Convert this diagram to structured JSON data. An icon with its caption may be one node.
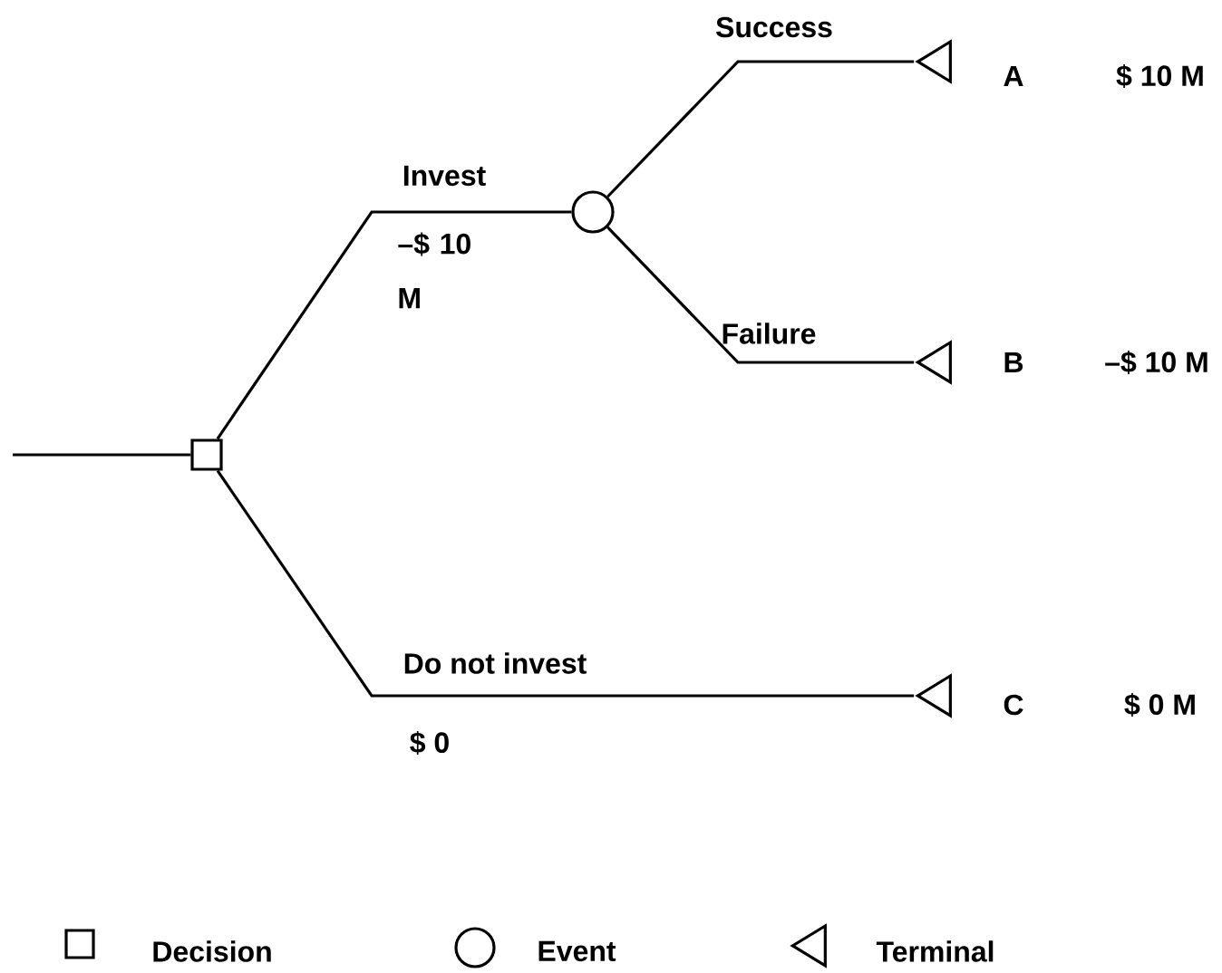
{
  "diagram": {
    "nodes": [
      {
        "text": [],
        "shape": "box"
      },
      {
        "text": [],
        "shape": "circle"
      },
      {
        "text": [],
        "shape": "triangle",
        "beside": [
          "A",
          "$ 10 M"
        ]
      },
      {
        "text": [],
        "shape": "triangle",
        "beside": [
          "B",
          "–$ 10 M"
        ]
      },
      {
        "text": [],
        "shape": "triangle",
        "beside": [
          "C",
          "$ 0 M"
        ]
      }
    ],
    "edges": [
      {
        "from": null,
        "to": 0,
        "arrow": "none"
      },
      {
        "from": 0,
        "to": 1,
        "arrow": "none",
        "label": "Invest"
      },
      {
        "from": 0,
        "to": 4,
        "arrow": "none",
        "label": "Do not invest"
      },
      {
        "from": 1,
        "to": 2,
        "arrow": "none",
        "label": "Success"
      },
      {
        "from": 1,
        "to": 3,
        "arrow": "none",
        "label": "Failure"
      }
    ],
    "labels": [
      "–$ 10 M",
      "$ 0"
    ],
    "legend": [
      {
        "text": "Decision"
      },
      {
        "text": "Event"
      },
      {
        "text": "Terminal"
      }
    ]
  }
}
